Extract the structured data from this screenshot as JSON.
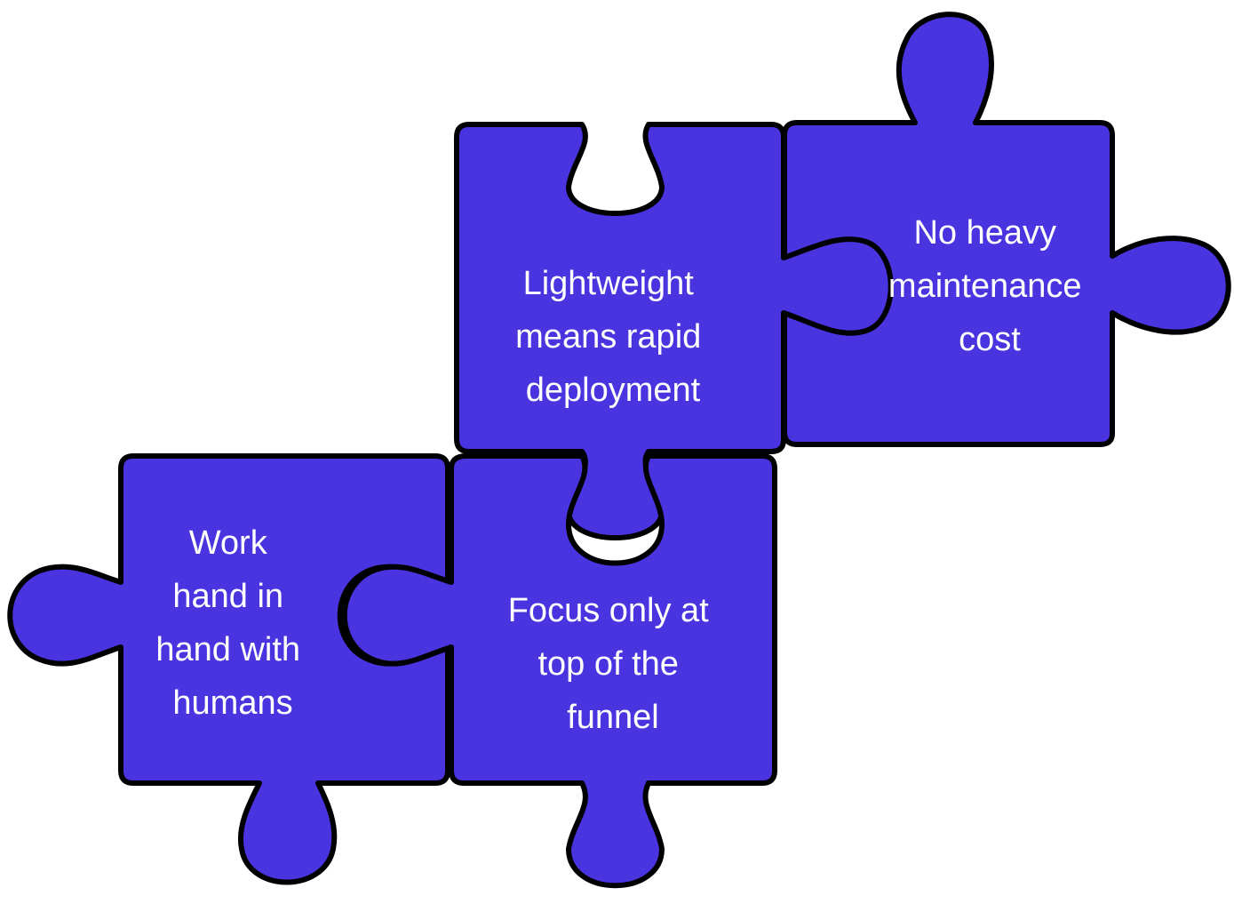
{
  "colors": {
    "piece_fill": "#4934E0",
    "piece_stroke": "#000000",
    "label_text": "#ffffff",
    "background": "#ffffff"
  },
  "pieces": [
    {
      "id": "top-right",
      "lines": [
        "No heavy",
        "maintenance",
        "cost"
      ]
    },
    {
      "id": "top-middle",
      "lines": [
        "Lightweight",
        "means rapid",
        "deployment"
      ]
    },
    {
      "id": "bottom-left",
      "lines": [
        "Work",
        "hand in",
        "hand with",
        "humans"
      ]
    },
    {
      "id": "bottom-middle",
      "lines": [
        "Focus only at",
        "top of the",
        "funnel"
      ]
    }
  ]
}
